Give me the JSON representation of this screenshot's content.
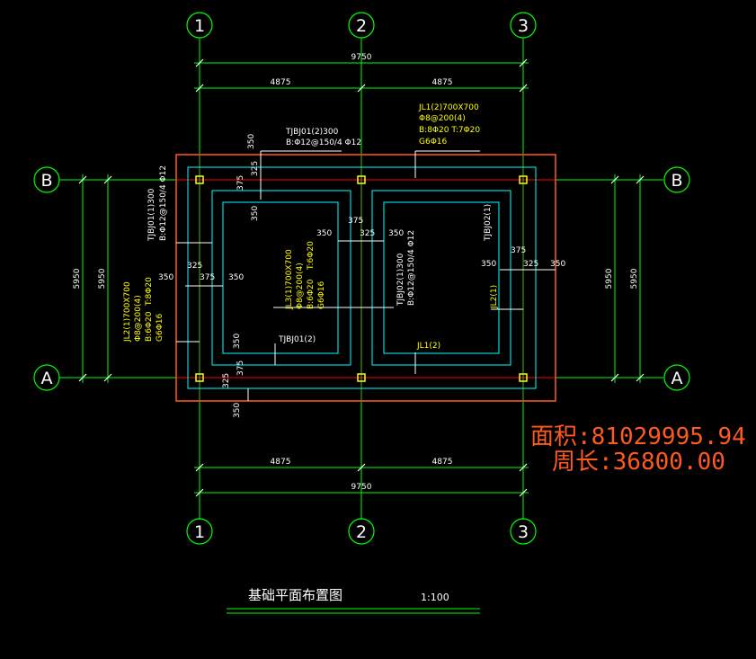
{
  "axes": {
    "col1": "1",
    "col2": "2",
    "col3": "3",
    "rowA": "A",
    "rowB": "B"
  },
  "dims": {
    "total_width": "9750",
    "half_left": "4875",
    "half_right": "4875",
    "height_a": "5950",
    "height_b": "5950",
    "d350": "350",
    "d375": "375",
    "d325": "325"
  },
  "labels": {
    "tjbj01_l1": "TJBJ01(2)300",
    "tjbj01_l2": "B:Φ12@150/4 Φ12",
    "jl1_l1": "JL1(2)700X700",
    "jl1_l2": "Φ8@200(4)",
    "jl1_l3": "B:8Φ20  T:7Φ20",
    "jl1_l4": "G6Φ16",
    "tjbj01_left_l1": "TJBJ01(1)300",
    "tjbj01_left_l2": "B:Φ12@150/4 Φ12",
    "jl2_l1": "JL2(1)700X700",
    "jl2_l2": "Φ8@200(4)",
    "jl2_l3": "B:6Φ20",
    "jl2_l4": "T:8Φ20",
    "jl2_l5": "G6Φ16",
    "jl3_l1": "JL3(1)700X700",
    "jl3_l2": "Φ8@200(4)",
    "jl3_l3": "B:6Φ20",
    "jl3_l4": "T:6Φ20",
    "jl3_l5": "G6Φ16",
    "tjbj02_l1": "TJBJ02(1)300",
    "tjbj02_l2": "B:Φ12@150/4 Φ12",
    "tjbj02_right": "TJBJ02(1)",
    "jl2_right": "JL2(1)",
    "jl1_bottom": "JL1(2)",
    "tjbj01_bottom": "TJBJ01(2)"
  },
  "metrics": {
    "area": "面积:81029995.94",
    "perimeter": "周长:36800.00"
  },
  "title": {
    "name": "基础平面布置图",
    "scale": "1:100"
  },
  "colors": {
    "axis": "#00ff00",
    "dimension": "#00ff00",
    "beam": "#00ffff",
    "outline": "#ff5a1e",
    "column": "#ffff00",
    "text": "#ffffff",
    "annotation": "#ffff00",
    "axisline": "#ff0000"
  }
}
